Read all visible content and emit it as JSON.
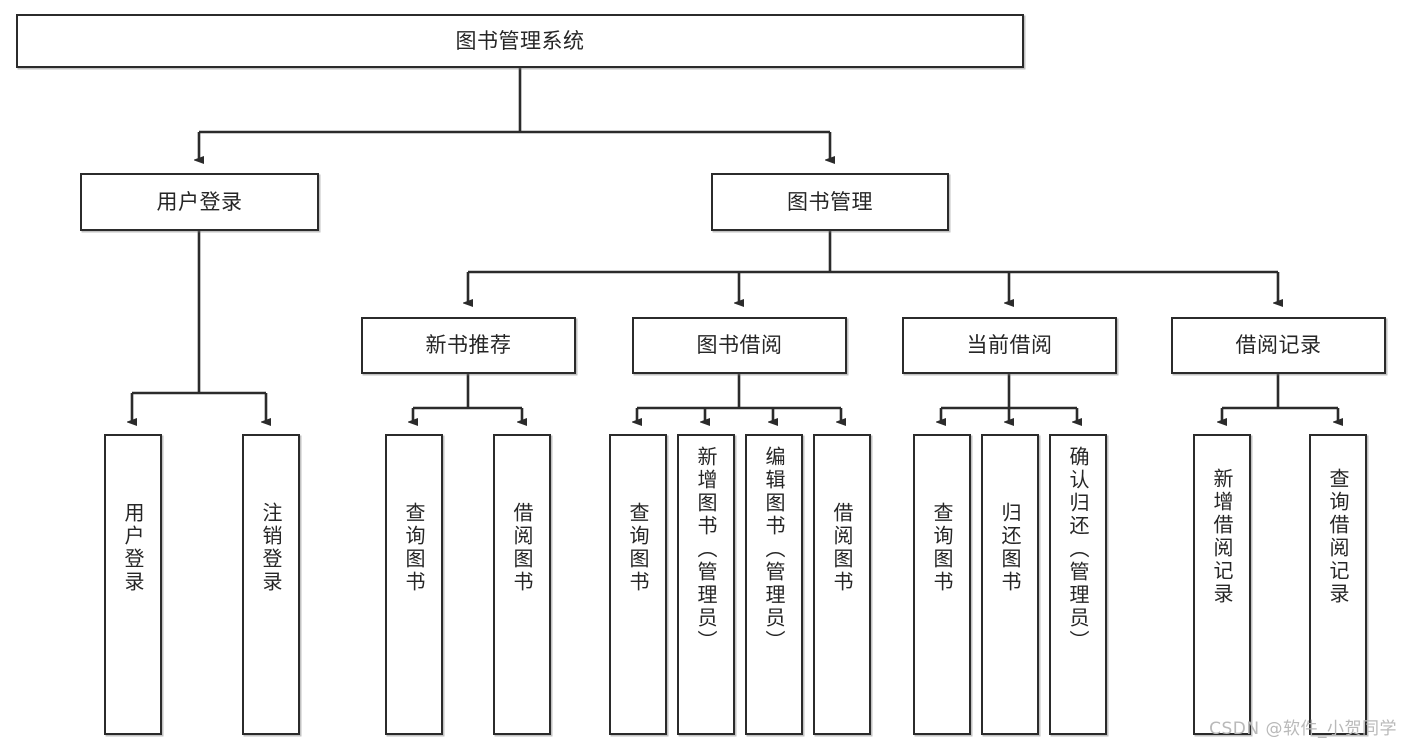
{
  "diagram": {
    "type": "hierarchy-tree",
    "title": "图书管理系统",
    "root": {
      "label": "图书管理系统"
    },
    "level2": [
      {
        "label": "用户登录"
      },
      {
        "label": "图书管理"
      }
    ],
    "level3": [
      {
        "label": "新书推荐"
      },
      {
        "label": "图书借阅"
      },
      {
        "label": "当前借阅"
      },
      {
        "label": "借阅记录"
      }
    ],
    "leaves": {
      "user_login": [
        {
          "label": "用户登录"
        },
        {
          "label": "注销登录"
        }
      ],
      "new_book_recommend": [
        {
          "label": "查询图书"
        },
        {
          "label": "借阅图书"
        }
      ],
      "book_borrow": [
        {
          "label": "查询图书"
        },
        {
          "label": "新增图书（管理员）"
        },
        {
          "label": "编辑图书（管理员）"
        },
        {
          "label": "借阅图书"
        }
      ],
      "current_borrow": [
        {
          "label": "查询图书"
        },
        {
          "label": "归还图书"
        },
        {
          "label": "确认归还（管理员）"
        }
      ],
      "borrow_record": [
        {
          "label": "新增借阅记录"
        },
        {
          "label": "查询借阅记录"
        }
      ]
    }
  },
  "watermark": {
    "text": "CSDN @软件_小贺同学"
  },
  "colors": {
    "border": "#2b2b2b",
    "text": "#262626",
    "background": "#ffffff",
    "watermark": "#b9b9b9"
  }
}
